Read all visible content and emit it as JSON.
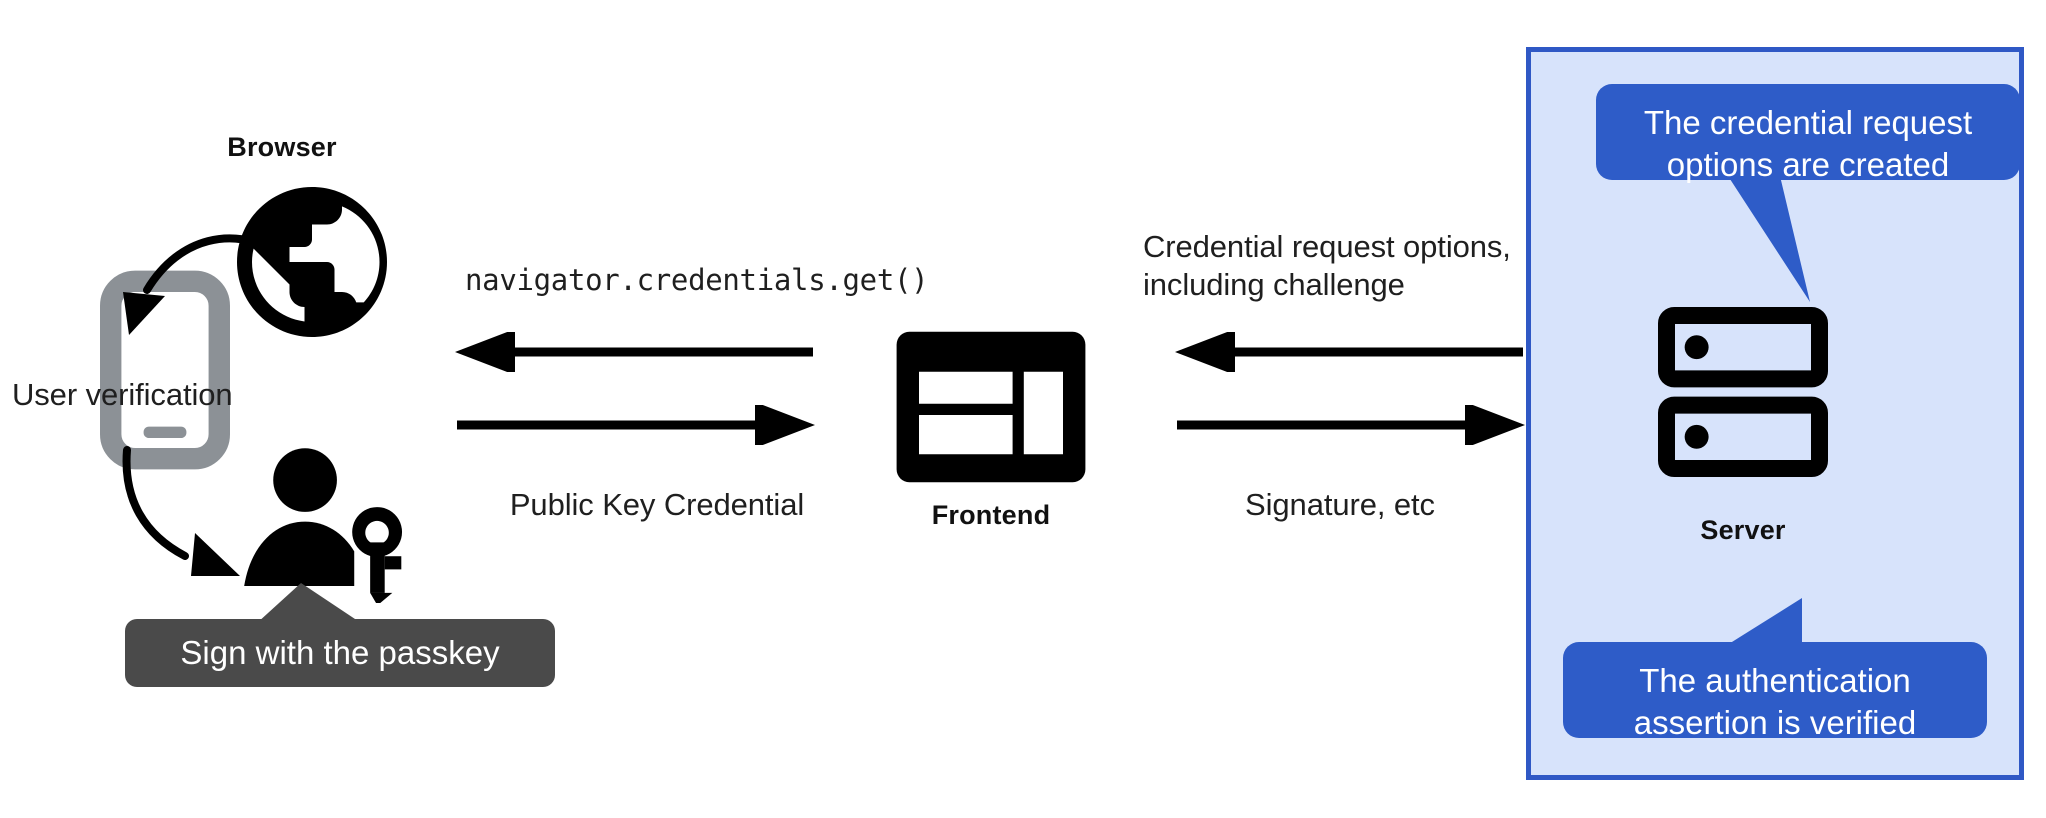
{
  "diagram": {
    "title": "WebAuthn passkey authentication flow",
    "colors": {
      "panel_fill": "#d7e3fb",
      "panel_border": "#2f58c5",
      "bubble_blue": "#2e5cc8",
      "tooltip_dark": "#4a4a4a",
      "ink": "#1f1f1f",
      "phone_gray": "#8c9196"
    }
  },
  "nodes": {
    "browser": {
      "caption": "Browser",
      "icon": "globe-icon"
    },
    "phone": {
      "icon": "smartphone-icon"
    },
    "user": {
      "icon": "person-with-key-icon"
    },
    "frontend": {
      "caption": "Frontend",
      "icon": "web-layout-icon"
    },
    "server": {
      "caption": "Server",
      "icon": "server-icon"
    }
  },
  "labels": {
    "user_verification": "User verification",
    "navigator_call": "navigator.credentials.get()",
    "public_key_credential": "Public Key Credential",
    "credential_request_options": "Credential request options,\nincluding challenge",
    "signature_etc": "Signature, etc"
  },
  "callouts": {
    "passkey": "Sign with the passkey",
    "options_created": "The credential request\noptions are created",
    "assertion_verified": "The authentication\nassertion is verified"
  },
  "arrows": [
    {
      "name": "browser-to-phone",
      "direction": "curved-down-left"
    },
    {
      "name": "phone-to-user",
      "direction": "curved-down-right"
    },
    {
      "name": "frontend-to-browser",
      "direction": "left"
    },
    {
      "name": "browser-to-frontend",
      "direction": "right"
    },
    {
      "name": "server-to-frontend",
      "direction": "left"
    },
    {
      "name": "frontend-to-server",
      "direction": "right"
    }
  ]
}
